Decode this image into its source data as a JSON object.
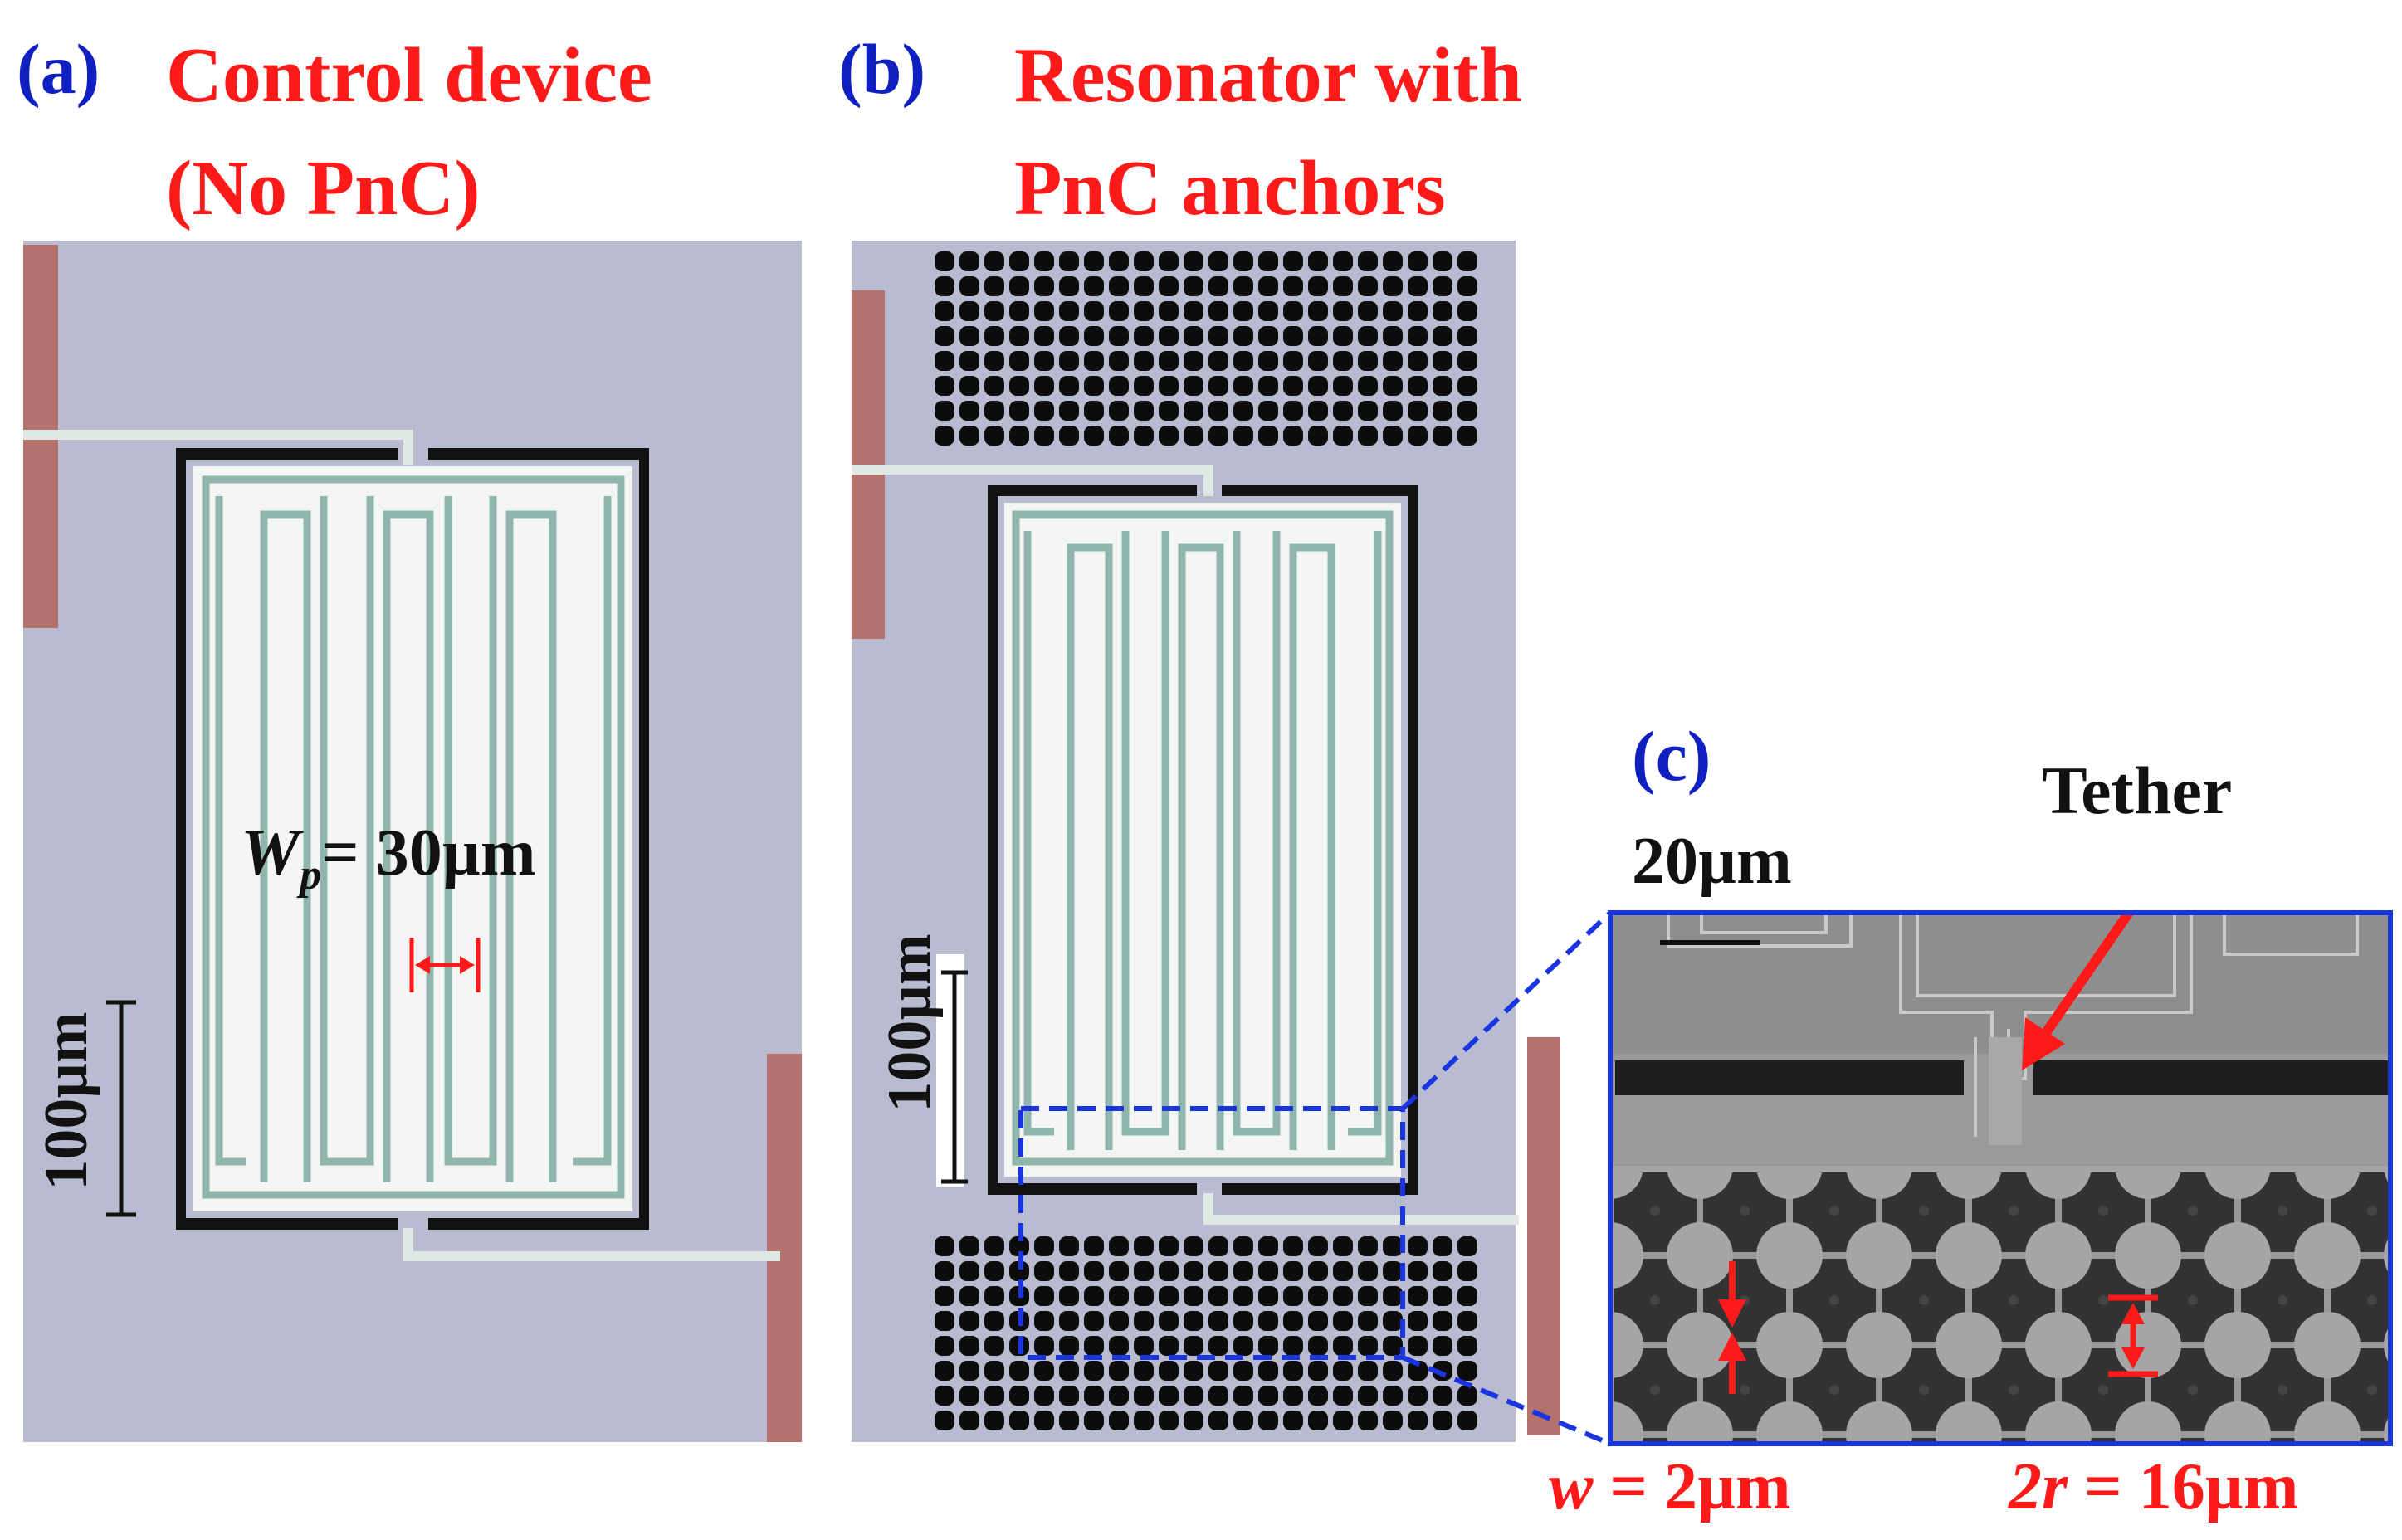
{
  "panel_a": {
    "letter": "(a)",
    "title_line1": "Control device",
    "title_line2": "(No PnC)",
    "wp_symbol": "W",
    "wp_subscript": "p",
    "wp_value": "= 30µm",
    "scale_label": "100µm"
  },
  "panel_b": {
    "letter": "(b)",
    "title_line1": "Resonator with",
    "title_line2": "PnC anchors",
    "scale_label": "100µm"
  },
  "panel_c": {
    "letter": "(c)",
    "scale_label": "20µm",
    "tether_label": "Tether",
    "w_symbol": "w",
    "w_value": " = 2µm",
    "r_symbol": "2r",
    "r_value": " = 16µm"
  },
  "colors": {
    "letter_blue": "#1020c0",
    "title_red": "#ff1a1a",
    "substrate": "#b9bcd0",
    "trench": "#111111",
    "electrode": "#f4f6f3",
    "trace": "#8fb5ad",
    "pad": "#b5716e",
    "sem_bg": "#9a9a9a",
    "sem_dark": "#3a3a3a",
    "zoom_blue": "#1a35e0"
  }
}
